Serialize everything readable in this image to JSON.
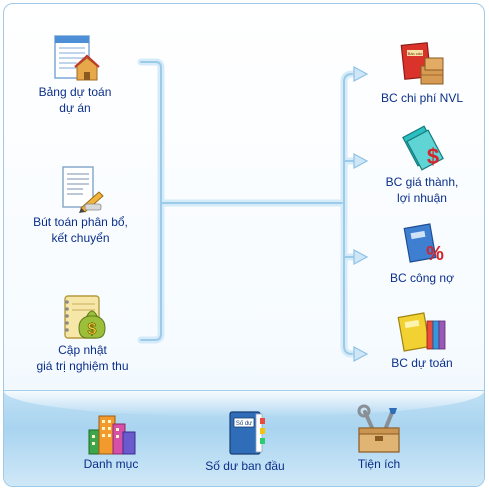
{
  "left_items": [
    {
      "line1": "Bảng dự toán",
      "line2": "dự án",
      "icon": "estimate-document-icon"
    },
    {
      "line1": "Bút toán phân bổ,",
      "line2": "kết chuyển",
      "icon": "allocation-journal-icon"
    },
    {
      "line1": "Cập nhật",
      "line2": "giá trị nghiệm thu",
      "icon": "acceptance-value-icon"
    }
  ],
  "right_items": [
    {
      "line1": "BC chi phí NVL",
      "line2": "",
      "icon": "material-cost-report-icon"
    },
    {
      "line1": "BC giá thành,",
      "line2": "lợi nhuận",
      "icon": "cost-profit-report-icon"
    },
    {
      "line1": "BC công nợ",
      "line2": "",
      "icon": "debt-report-icon"
    },
    {
      "line1": "BC dự toán",
      "line2": "",
      "icon": "estimate-report-icon"
    }
  ],
  "bottom_items": [
    {
      "label": "Danh mục",
      "icon": "buildings-icon"
    },
    {
      "label": "Số dư ban đầu",
      "icon": "opening-balance-book-icon"
    },
    {
      "label": "Tiện ích",
      "icon": "toolbox-icon"
    }
  ],
  "book_cover_text": "Số dư",
  "report_tag_text": "Báo cáo",
  "colors": {
    "label": "#0b2f8a",
    "connector": "#cfe6f7",
    "band": "#a9d4f0"
  }
}
